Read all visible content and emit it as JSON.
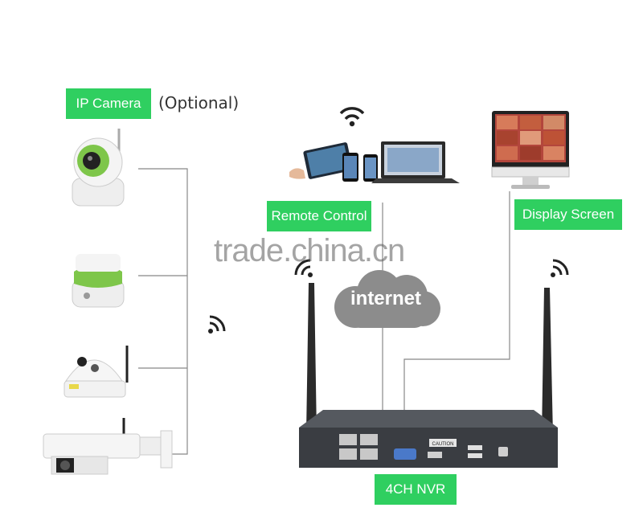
{
  "labels": {
    "ip_camera": "IP Camera",
    "optional": "(Optional)",
    "remote_control": "Remote Control",
    "display_screen": "Display Screen",
    "internet": "internet",
    "nvr": "4CH NVR",
    "watermark": "trade.china.cn",
    "caution": "CAUTION"
  },
  "colors": {
    "label_green": "#2fcf60",
    "line_gray": "#888888",
    "cloud_gray": "#8c8c8c",
    "nvr_body": "#3a3d42"
  },
  "icons": [
    "wifi-icon",
    "tablet-icon",
    "phone-icon",
    "laptop-icon",
    "monitor-icon",
    "cloud-icon",
    "antenna-icon",
    "camera-icon"
  ]
}
